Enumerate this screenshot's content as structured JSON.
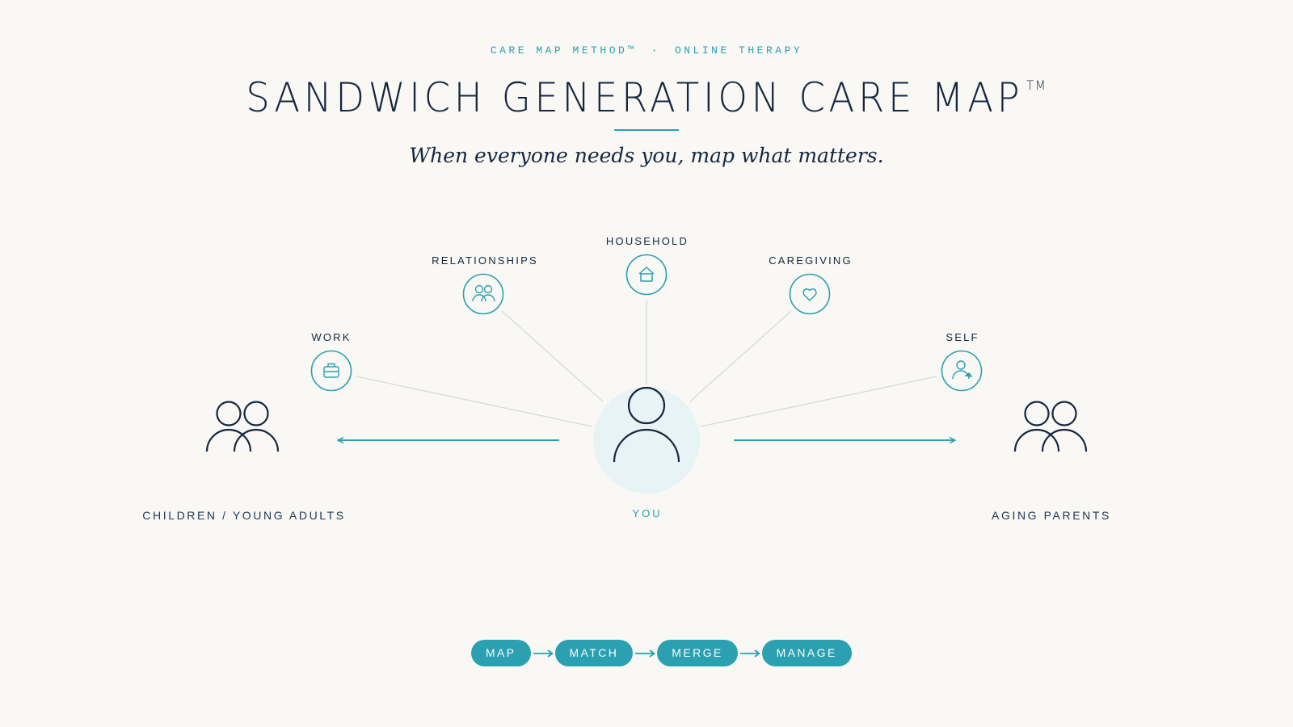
{
  "header": {
    "eyebrow_left": "CARE MAP METHOD™",
    "eyebrow_sep": "·",
    "eyebrow_right": "ONLINE THERAPY",
    "title": "Sandwich Generation Care Map",
    "title_mark": "TM",
    "subtitle": "When everyone needs you, map what matters."
  },
  "center": {
    "label": "YOU",
    "icon": "person-icon"
  },
  "spokes": [
    {
      "label": "WORK",
      "icon": "briefcase-icon"
    },
    {
      "label": "RELATIONSHIPS",
      "icon": "couple-icon"
    },
    {
      "label": "HOUSEHOLD",
      "icon": "house-icon"
    },
    {
      "label": "CAREGIVING",
      "icon": "heart-icon"
    },
    {
      "label": "SELF",
      "icon": "self-care-icon"
    }
  ],
  "sides": {
    "left": {
      "label": "CHILDREN / YOUNG ADULTS",
      "icon": "people-icon"
    },
    "right": {
      "label": "AGING PARENTS",
      "icon": "people-icon"
    }
  },
  "steps": [
    "MAP",
    "MATCH",
    "MERGE",
    "MANAGE"
  ],
  "colors": {
    "accent": "#2aa0b0",
    "navy": "#14273f",
    "center_fill": "#e8f3f5",
    "background": "#f9f8f4",
    "connector": "#d9dcdc"
  }
}
